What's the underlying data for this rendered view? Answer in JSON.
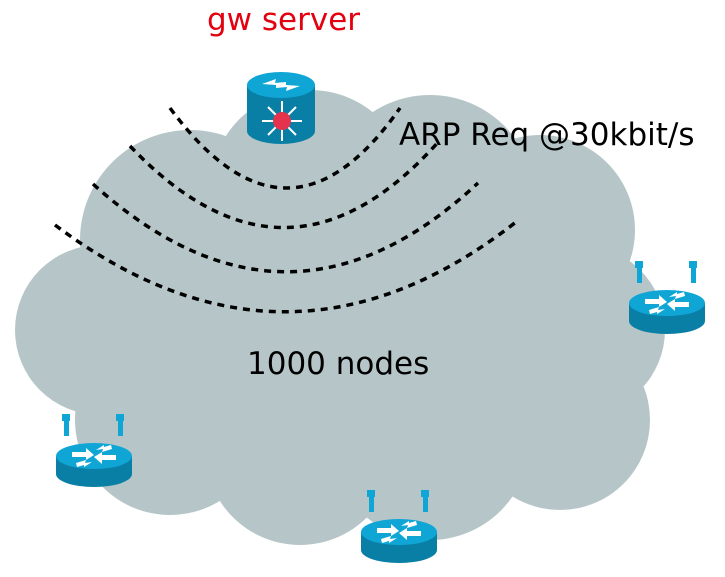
{
  "diagram": {
    "title": "gw server",
    "wave_label": "ARP Req @30kbit/s",
    "cloud_label": "1000 nodes"
  },
  "icons": {
    "server": "gw-server-switch-icon",
    "routers": [
      "wireless-router-icon",
      "wireless-router-icon",
      "wireless-router-icon"
    ]
  },
  "colors": {
    "title": "#e3000f",
    "text": "#000000",
    "cloud": "#b6c6c8",
    "device_blue": "#0fa6d6",
    "device_dark": "#0a7fa6",
    "center_red": "#e5334d",
    "dash": "#000000"
  }
}
